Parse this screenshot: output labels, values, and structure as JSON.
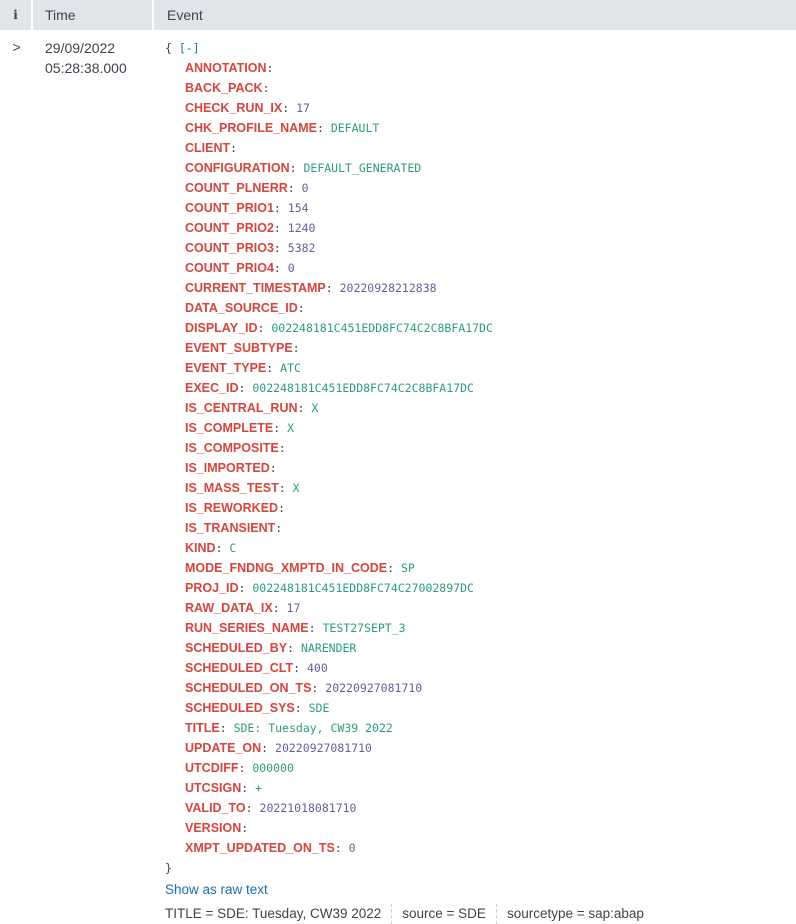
{
  "header": {
    "info_label": "i",
    "time_label": "Time",
    "event_label": "Event"
  },
  "row": {
    "expander": ">",
    "date": "29/09/2022",
    "time": "05:28:38.000",
    "open_brace": "{",
    "collapse_label": "[-]",
    "close_brace": "}",
    "fields": [
      {
        "key": "ANNOTATION",
        "value": "",
        "type": "str"
      },
      {
        "key": "BACK_PACK",
        "value": "",
        "type": "str"
      },
      {
        "key": "CHECK_RUN_IX",
        "value": "17",
        "type": "num"
      },
      {
        "key": "CHK_PROFILE_NAME",
        "value": "DEFAULT",
        "type": "str"
      },
      {
        "key": "CLIENT",
        "value": "",
        "type": "str"
      },
      {
        "key": "CONFIGURATION",
        "value": "DEFAULT_GENERATED",
        "type": "str"
      },
      {
        "key": "COUNT_PLNERR",
        "value": "0",
        "type": "num"
      },
      {
        "key": "COUNT_PRIO1",
        "value": "154",
        "type": "num"
      },
      {
        "key": "COUNT_PRIO2",
        "value": "1240",
        "type": "num"
      },
      {
        "key": "COUNT_PRIO3",
        "value": "5382",
        "type": "num"
      },
      {
        "key": "COUNT_PRIO4",
        "value": "0",
        "type": "num"
      },
      {
        "key": "CURRENT_TIMESTAMP",
        "value": "20220928212838",
        "type": "num"
      },
      {
        "key": "DATA_SOURCE_ID",
        "value": "",
        "type": "str"
      },
      {
        "key": "DISPLAY_ID",
        "value": "002248181C451EDD8FC74C2C8BFA17DC",
        "type": "str"
      },
      {
        "key": "EVENT_SUBTYPE",
        "value": "",
        "type": "str"
      },
      {
        "key": "EVENT_TYPE",
        "value": "ATC",
        "type": "str"
      },
      {
        "key": "EXEC_ID",
        "value": "002248181C451EDD8FC74C2C8BFA17DC",
        "type": "str"
      },
      {
        "key": "IS_CENTRAL_RUN",
        "value": "X",
        "type": "str"
      },
      {
        "key": "IS_COMPLETE",
        "value": "X",
        "type": "str"
      },
      {
        "key": "IS_COMPOSITE",
        "value": "",
        "type": "str"
      },
      {
        "key": "IS_IMPORTED",
        "value": "",
        "type": "str"
      },
      {
        "key": "IS_MASS_TEST",
        "value": "X",
        "type": "str"
      },
      {
        "key": "IS_REWORKED",
        "value": "",
        "type": "str"
      },
      {
        "key": "IS_TRANSIENT",
        "value": "",
        "type": "str"
      },
      {
        "key": "KIND",
        "value": "C",
        "type": "str"
      },
      {
        "key": "MODE_FNDNG_XMPTD_IN_CODE",
        "value": "SP",
        "type": "str"
      },
      {
        "key": "PROJ_ID",
        "value": "002248181C451EDD8FC74C27002897DC",
        "type": "str"
      },
      {
        "key": "RAW_DATA_IX",
        "value": "17",
        "type": "num"
      },
      {
        "key": "RUN_SERIES_NAME",
        "value": "TEST27SEPT_3",
        "type": "str"
      },
      {
        "key": "SCHEDULED_BY",
        "value": "NARENDER",
        "type": "str"
      },
      {
        "key": "SCHEDULED_CLT",
        "value": "400",
        "type": "num"
      },
      {
        "key": "SCHEDULED_ON_TS",
        "value": "20220927081710",
        "type": "num"
      },
      {
        "key": "SCHEDULED_SYS",
        "value": "SDE",
        "type": "str"
      },
      {
        "key": "TITLE",
        "value": "SDE: Tuesday, CW39 2022",
        "type": "str"
      },
      {
        "key": "UPDATE_ON",
        "value": "20220927081710",
        "type": "num"
      },
      {
        "key": "UTCDIFF",
        "value": "000000",
        "type": "str"
      },
      {
        "key": "UTCSIGN",
        "value": "+",
        "type": "str"
      },
      {
        "key": "VALID_TO",
        "value": "20221018081710",
        "type": "num"
      },
      {
        "key": "VERSION",
        "value": "",
        "type": "str"
      },
      {
        "key": "XMPT_UPDATED_ON_TS",
        "value": "0",
        "type": "num"
      }
    ],
    "show_raw_label": "Show as raw text",
    "selected_fields": [
      {
        "name": "TITLE",
        "value": "SDE: Tuesday, CW39 2022"
      },
      {
        "name": "source",
        "value": "SDE"
      },
      {
        "name": "sourcetype",
        "value": "sap:abap"
      }
    ]
  },
  "colors": {
    "header_bg": "#e1e5ea",
    "key": "#d6453d",
    "string_value": "#2b9c82",
    "number_value": "#6a5c9b",
    "link": "#1a6fb0"
  }
}
